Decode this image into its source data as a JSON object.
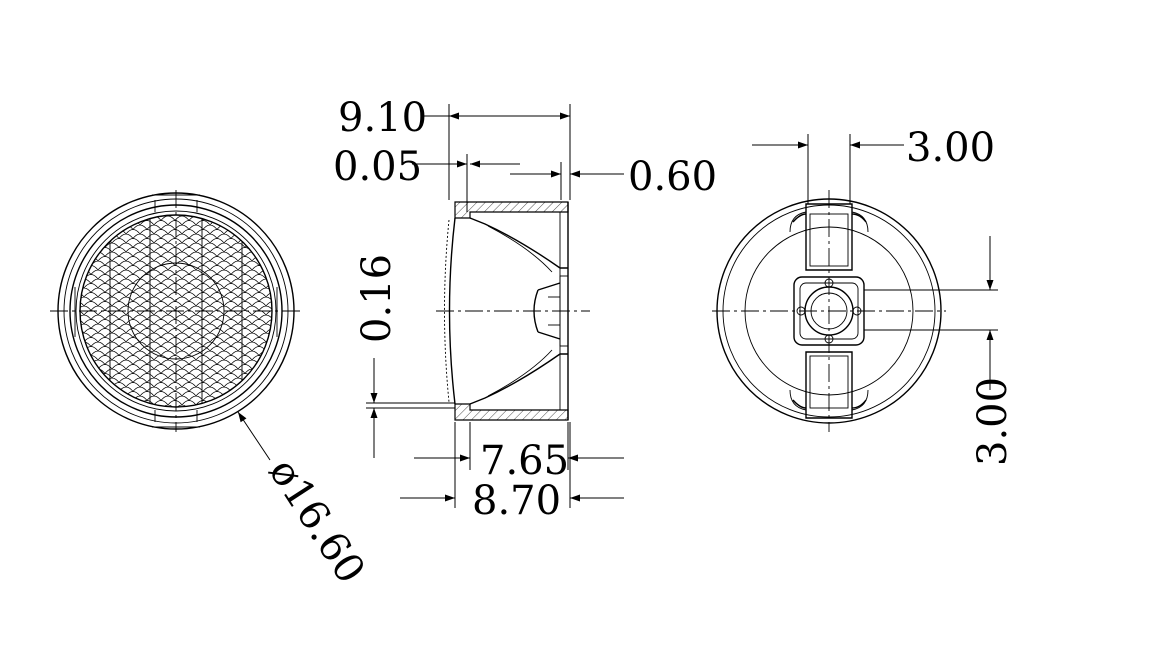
{
  "front_view": {
    "diameter_label": "ø16.60"
  },
  "side_view": {
    "overall_length_label": "9.10",
    "flange_offset_label": "0.05",
    "wall_label": "0.60",
    "step_label": "0.16",
    "inner_length_label": "7.65",
    "body_length_label": "8.70"
  },
  "back_view": {
    "slot_width_label": "3.00",
    "slot_height_label": "3.00"
  },
  "colors": {
    "line": "#000000",
    "background": "#ffffff"
  }
}
